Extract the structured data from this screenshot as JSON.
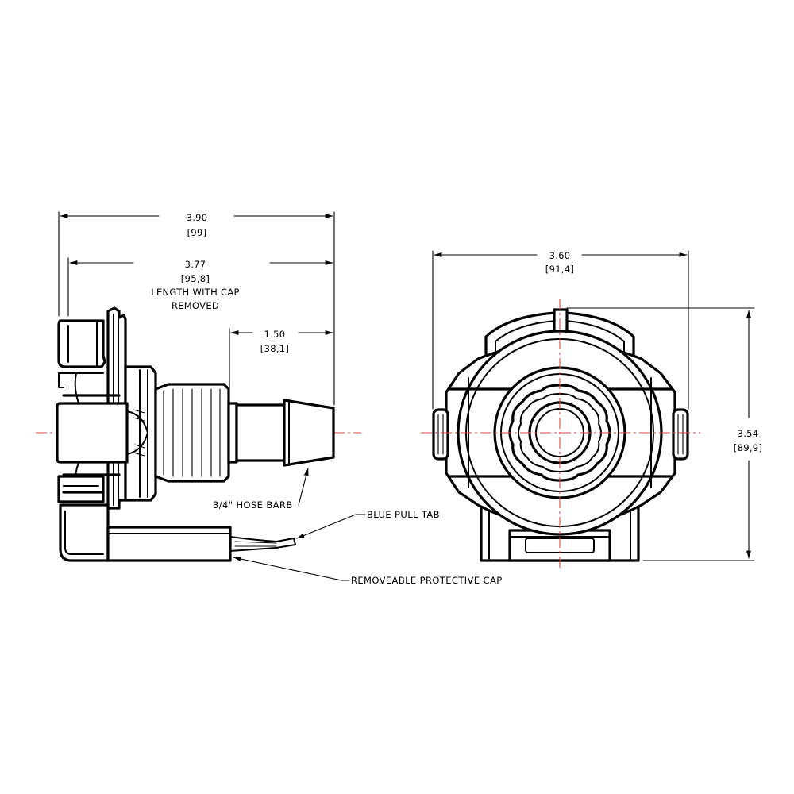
{
  "side_view": {
    "overall_length": {
      "value": "3.90",
      "metric": "[99]"
    },
    "length_with_cap_removed": {
      "value": "3.77",
      "metric": "[95,8]",
      "note_line1": "LENGTH WITH CAP",
      "note_line2": "REMOVED"
    },
    "barb_length": {
      "value": "1.50",
      "metric": "[38,1]"
    },
    "callouts": {
      "hose_barb": "3/4\" HOSE BARB",
      "pull_tab": "BLUE PULL TAB",
      "protective_cap": "REMOVEABLE PROTECTIVE CAP"
    }
  },
  "front_view": {
    "width": {
      "value": "3.60",
      "metric": "[91,4]"
    },
    "height": {
      "value": "3.54",
      "metric": "[89,9]"
    }
  },
  "colors": {
    "line": "#000000",
    "centerline": "#e0403a",
    "background": "#ffffff"
  }
}
